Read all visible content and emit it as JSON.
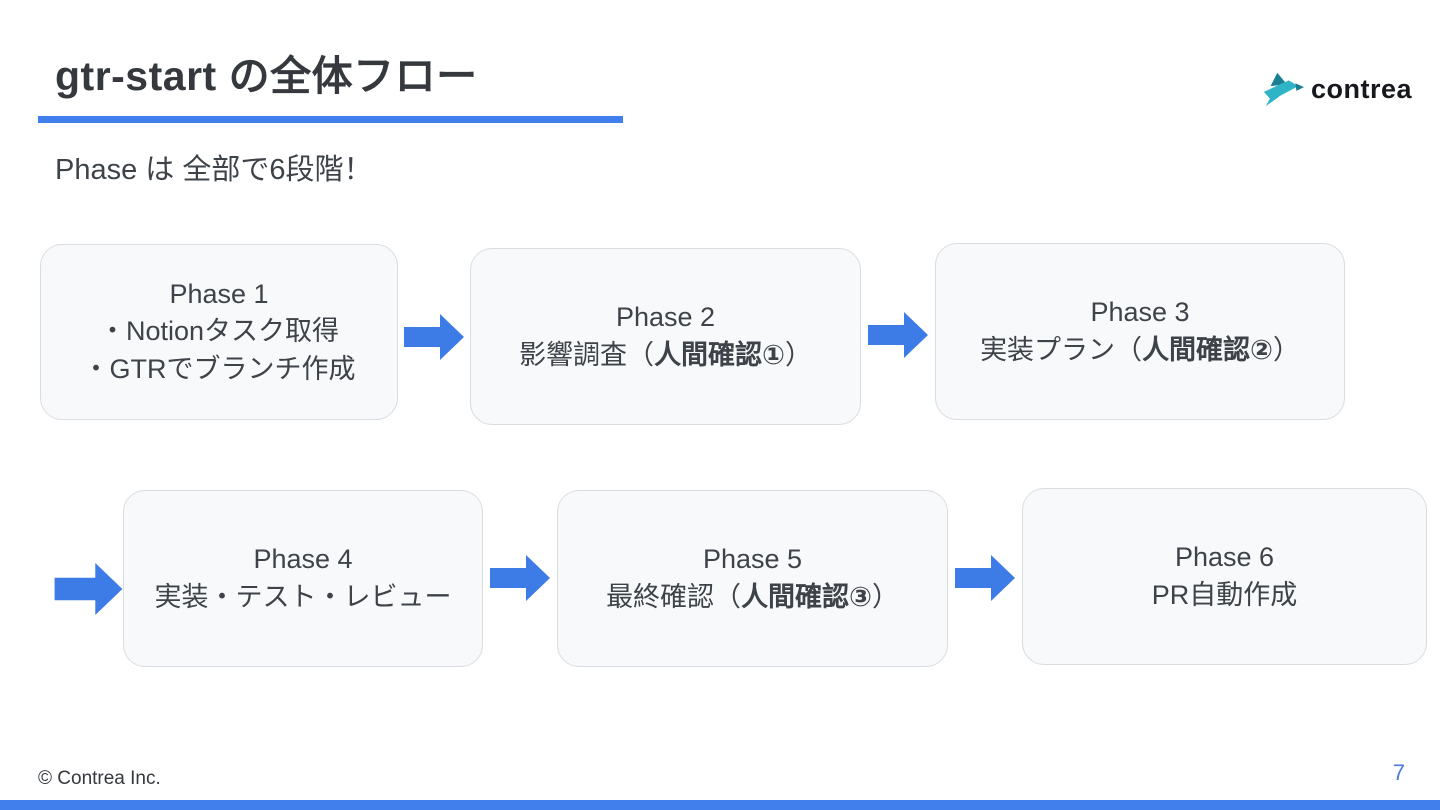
{
  "header": {
    "title": "gtr-start の全体フロー",
    "subtitle": "Phase は 全部で6段階！",
    "logo_text": "contrea"
  },
  "flow": {
    "boxes": [
      {
        "title": "Phase 1",
        "line1_pre": "・Notionタスク取得",
        "line2": "・GTRでブランチ作成"
      },
      {
        "title": "Phase 2",
        "line1_pre": "影響調査（",
        "line1_bold": "人間確認①",
        "line1_post": "）"
      },
      {
        "title": "Phase 3",
        "line1_pre": "実装プラン（",
        "line1_bold": "人間確認②",
        "line1_post": "）"
      },
      {
        "title": "Phase 4",
        "line1_pre": "実装・テスト・レビュー"
      },
      {
        "title": "Phase 5",
        "line1_pre": "最終確認（",
        "line1_bold": "人間確認③",
        "line1_post": "）"
      },
      {
        "title": "Phase 6",
        "line1_pre": "PR自動作成"
      }
    ]
  },
  "footer": {
    "copyright": "© Contrea Inc.",
    "page_number": "7"
  },
  "colors": {
    "accent": "#417fec",
    "arrow": "#3d7ce6",
    "box_bg": "#f8f9fa",
    "box_border": "#d9dce1",
    "title_text": "#35393e",
    "body_text": "#3e4349",
    "logo_teal": "#2eb4c6",
    "logo_teal_dark": "#1b7f93",
    "logo_text_color": "#16181d",
    "page_number_color": "#4d79dd"
  }
}
